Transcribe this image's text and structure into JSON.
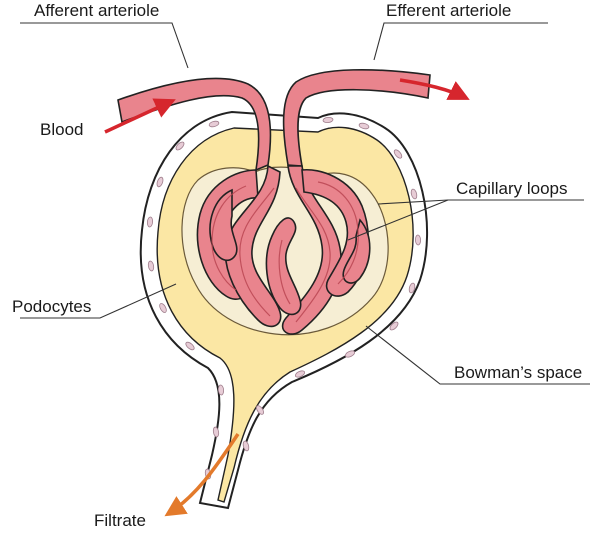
{
  "labels": {
    "afferent": "Afferent arteriole",
    "efferent": "Efferent arteriole",
    "blood": "Blood",
    "capillary_loops": "Capillary loops",
    "podocytes": "Podocytes",
    "bowmans_space": "Bowman’s space",
    "filtrate": "Filtrate"
  },
  "colors": {
    "capsule_fill": "#fbe7a4",
    "capillary_fill": "#e9848d",
    "capillary_dark": "#c4505c",
    "podocyte_fill": "#f6eed4",
    "cell_nucleus": "#cba8b6",
    "blood_arrow": "#d6262d",
    "filtrate_arrow": "#e37a2b",
    "outline": "#222222"
  }
}
